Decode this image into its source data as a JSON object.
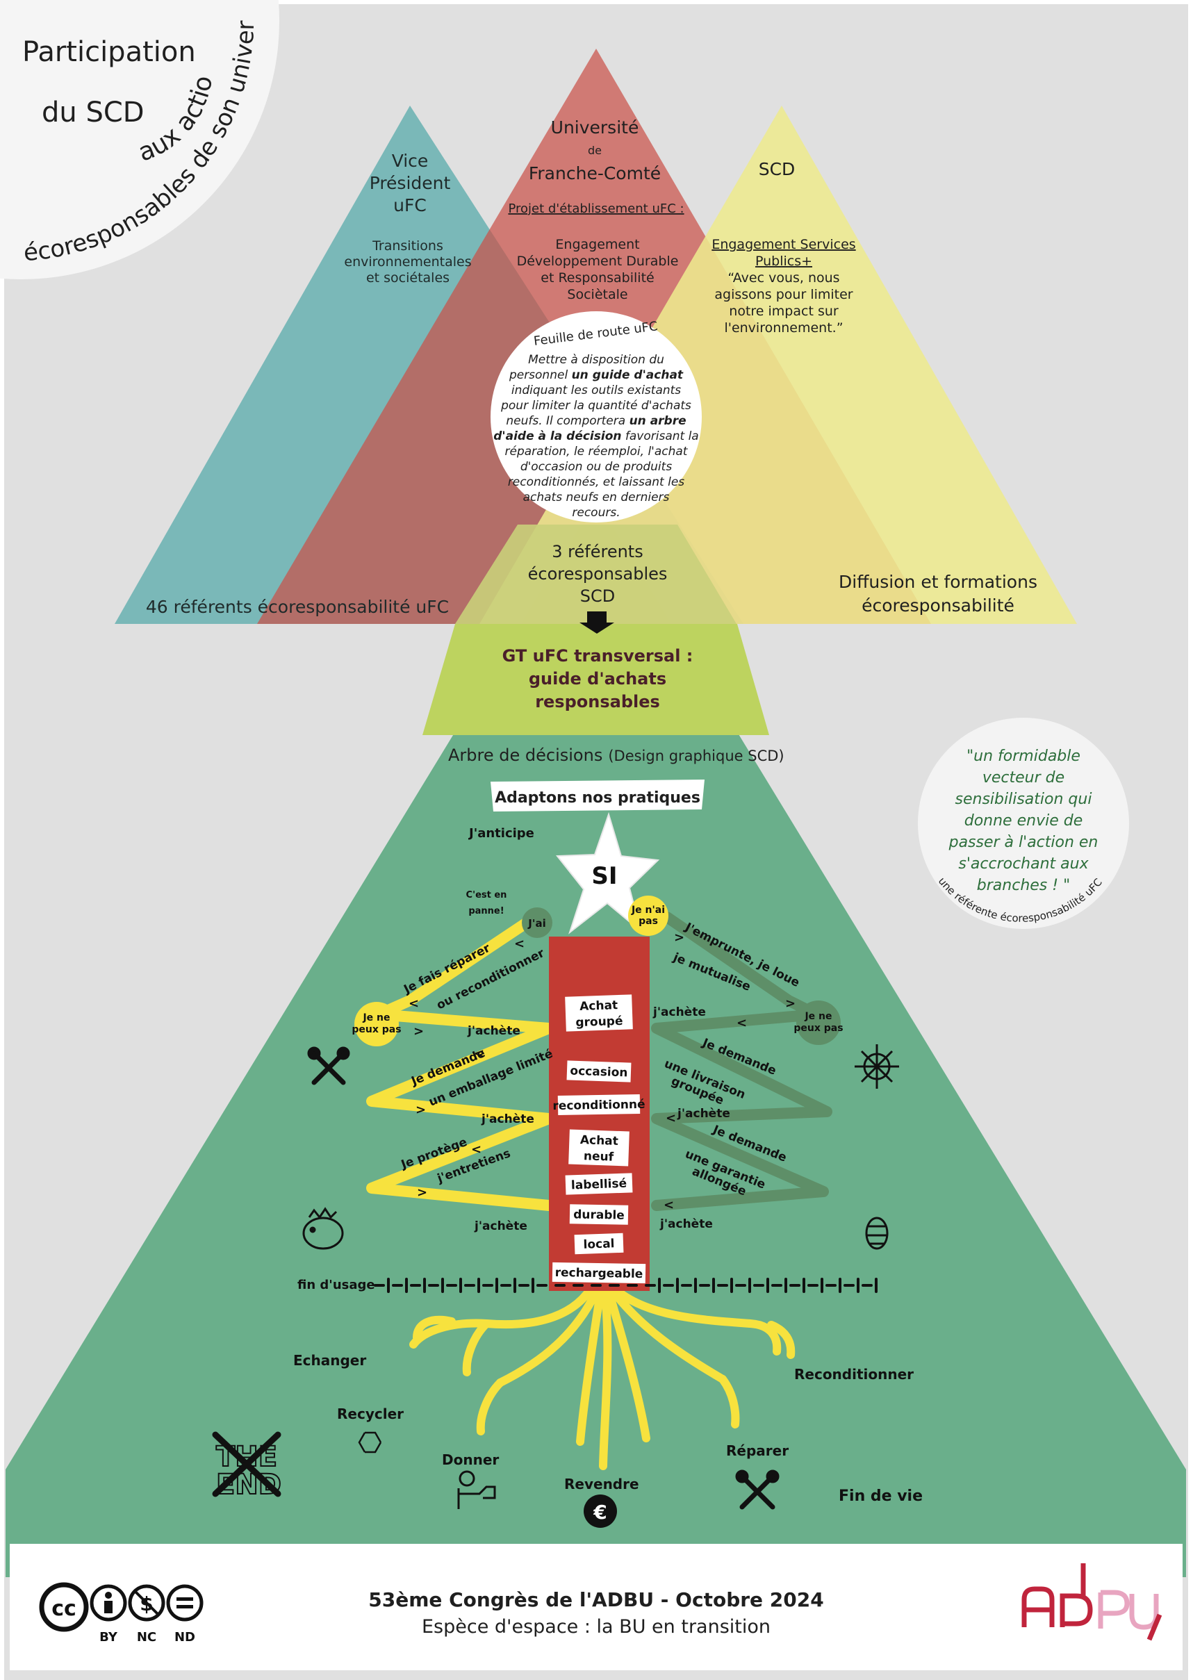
{
  "header": {
    "title_line1": "Participation",
    "title_line2": "du SCD",
    "arc_line1": "aux actions",
    "arc_line2": "écoresponsables de son université"
  },
  "teal": {
    "title": [
      "Vice",
      "Président",
      "uFC"
    ],
    "body": [
      "Transitions",
      "environnementales",
      "et sociétales"
    ],
    "base": "46 référents écoresponsabilité uFC"
  },
  "red": {
    "title1": "Université",
    "title_de": "de",
    "title2": "Franche-Comté",
    "link": "Projet d'établissement uFC :",
    "body": [
      "Engagement",
      "Développement Durable",
      "et Responsabilité",
      "Sociètale"
    ]
  },
  "yellow": {
    "title": "SCD",
    "link": [
      "Engagement Services",
      "Publics+"
    ],
    "quote": [
      "“Avec vous, nous",
      "agissons pour limiter",
      "notre impact sur",
      "l'environnement.”"
    ],
    "base": [
      "Diffusion et formations",
      "écoresponsabilité"
    ]
  },
  "circle": {
    "title": "Feuille de route uFC",
    "lines": [
      [
        "Mettre à disposition du",
        ""
      ],
      [
        "personnel ",
        "un guide d'achat"
      ],
      [
        "indiquant les outils existants",
        ""
      ],
      [
        "pour limiter la quantité d'achats",
        ""
      ],
      [
        "neufs. Il comportera ",
        "un arbre"
      ],
      [
        "",
        "d'aide à la décision",
        " favorisant la"
      ],
      [
        "réparation, le réemploi, l'achat",
        ""
      ],
      [
        "d'occasion ou de produits",
        ""
      ],
      [
        "reconditionnés, et laissant les",
        ""
      ],
      [
        "achats neufs en derniers",
        ""
      ],
      [
        "recours.",
        ""
      ]
    ]
  },
  "center": {
    "referents": [
      "3 référents",
      "écoresponsables",
      "SCD"
    ],
    "gt": [
      "GT uFC transversal :",
      "guide d'achats",
      "responsables"
    ]
  },
  "tree": {
    "heading": "Arbre de décisions",
    "heading_note": "(Design graphique SCD)",
    "banner": "Adaptons nos pratiques",
    "star": "SI",
    "anticipe": "J'anticipe",
    "panne": [
      "C'est en",
      "panne!"
    ],
    "jai": "J'ai",
    "jnai": [
      "Je n'ai",
      "pas"
    ],
    "jnepeux_left": [
      "Je ne",
      "peux pas"
    ],
    "jnepeux_right": [
      "Je ne",
      "peux pas"
    ],
    "left_labels": {
      "reparer": "Je fais réparer",
      "recond": "ou reconditionner",
      "achete1": "j'achète",
      "demande": "Je demande",
      "emballage": "un emballage limité",
      "achete2": "j'achète",
      "protege": "Je protège",
      "entretiens": "j'entretiens",
      "achete3": "j'achète"
    },
    "right_labels": {
      "emprunte": "J'emprunte, je loue",
      "mutualise": "je mutualise",
      "achete1": "j'achète",
      "demande1": "Je demande",
      "livraison": "une livraison",
      "groupee": "groupée",
      "achete2": "j'achète",
      "demande2": "Je demande",
      "garantie": "une garantie",
      "allongee": "allongée",
      "achete3": "j'achète"
    },
    "trunk_labels": [
      [
        "Achat",
        "groupé"
      ],
      [
        "occasion"
      ],
      [
        "reconditionné"
      ],
      [
        "Achat",
        "neuf"
      ],
      [
        "labellisé"
      ],
      [
        "durable"
      ],
      [
        "local"
      ],
      [
        "rechargeable"
      ]
    ],
    "fin_usage": "fin d'usage",
    "quote": [
      "\"un formidable",
      "vecteur de",
      "sensibilisation qui",
      "donne envie de",
      "passer à l'action en",
      "s'accrochant aux",
      "branches ! \""
    ],
    "quote_arc": "une référente écoresponsabilité uFC",
    "end_actions": {
      "echanger": "Echanger",
      "reconditionner": "Reconditionner",
      "recycler": "Recycler",
      "donner": "Donner",
      "revendre": "Revendre",
      "reparer": "Réparer",
      "fin_vie": "Fin de vie",
      "the": "THE",
      "end": "END"
    }
  },
  "footer": {
    "license": [
      "BY",
      "NC",
      "ND"
    ],
    "title": "53ème Congrès de l'ADBU - Octobre 2024",
    "subtitle": "Espèce d'espace : la BU en transition"
  },
  "colors": {
    "teal": "#74b5b5",
    "red": "#c9524a",
    "yellow": "#ede98e",
    "lime": "#bdd35f",
    "green": "#6aaf8b",
    "trunk": "#c23b33",
    "branch_yellow": "#f7e23e",
    "branch_green": "#5e8f68",
    "adbu_red": "#c0243c",
    "adbu_pink": "#e8a5c0"
  }
}
